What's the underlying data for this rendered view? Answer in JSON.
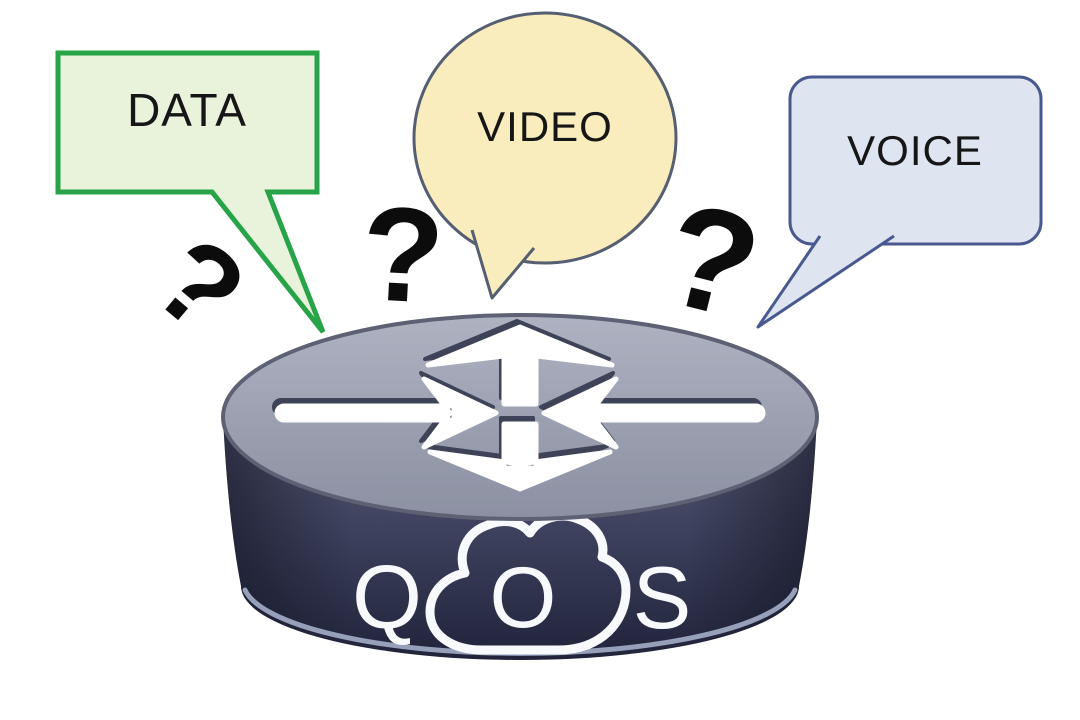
{
  "title": "QoS traffic types diagram",
  "background": "#ffffff",
  "text_color": "#161616",
  "question_mark_color": "#0c0c0c",
  "bubbles": {
    "data": {
      "label": "DATA",
      "fill": "#e9f2da",
      "border": "#27a447"
    },
    "video": {
      "label": "VIDEO",
      "fill": "#f9ecbd",
      "border": "#565f72"
    },
    "voice": {
      "label": "VOICE",
      "fill": "#dfe4f1",
      "border": "#47598f"
    }
  },
  "question_marks": {
    "left": "?",
    "middle": "?",
    "right": "?"
  },
  "router": {
    "letters": {
      "q": "Q",
      "o": "O",
      "s": "S"
    },
    "top_light": "#aeb2c1",
    "top_dark": "#8b90a2",
    "top_stroke": "#5d6173",
    "body_top": "#585c76",
    "body_mid": "#3e425e",
    "body_bottom": "#20233a",
    "rim": "#97a0ba",
    "arrow": "#ffffff",
    "arrow_shadow": "#3f4357",
    "label_color": "#f8f9fc"
  }
}
